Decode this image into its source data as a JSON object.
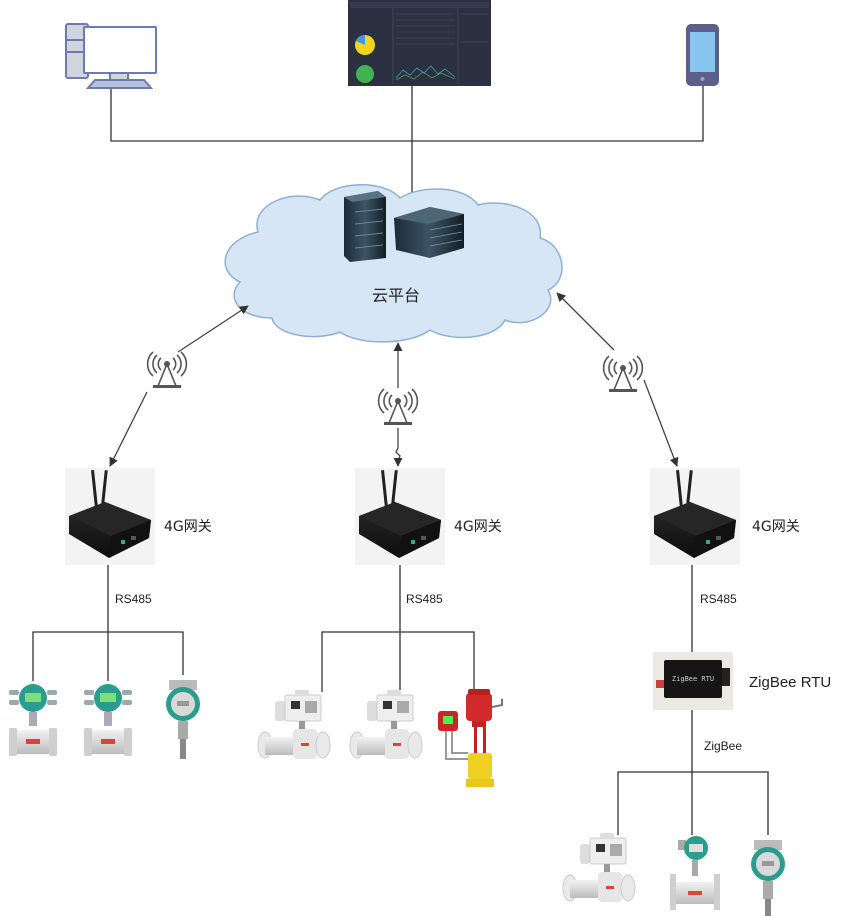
{
  "diagram": {
    "title": "IoT monitoring system topology",
    "clients": [
      {
        "id": "desktop",
        "icon": "desktop-computer-icon"
      },
      {
        "id": "dashboard",
        "icon": "dashboard-screen-icon"
      },
      {
        "id": "mobile",
        "icon": "smartphone-icon"
      }
    ],
    "cloud": {
      "label": "云平台",
      "icon": "server-icon"
    },
    "towers": {
      "icon": "cell-tower-icon"
    },
    "gateways": [
      {
        "label": "4G网关",
        "bus_label": "RS485"
      },
      {
        "label": "4G网关",
        "bus_label": "RS485"
      },
      {
        "label": "4G网关",
        "bus_label": "RS485"
      }
    ],
    "rtu": {
      "label": "ZigBee RTU",
      "device_text": "ZigBee RTU",
      "bus_label": "ZigBee"
    },
    "devices": {
      "group1": [
        "electromagnetic-flowmeter",
        "electromagnetic-flowmeter",
        "pressure-transmitter"
      ],
      "group2": [
        "electric-control-valve",
        "electric-control-valve",
        "explosion-proof-control-valve"
      ],
      "group3": [
        "electric-control-valve",
        "vortex-flowmeter",
        "pressure-transmitter"
      ]
    },
    "colors": {
      "line": "#333333",
      "cloud_fill": "#d6e6f5",
      "cloud_stroke": "#8fb0d3",
      "icon_stroke": "#6b7bb0",
      "icon_fill": "#d0d4dc",
      "phone_screen": "#88c6f0",
      "dashboard_bg": "#2b3140",
      "pie_yellow": "#f2d41a",
      "pie_blue": "#3a9be0",
      "donut_green": "#3fb34f",
      "device_teal": "#2a9d8f",
      "valve_red": "#d32a2a",
      "valve_yellow": "#f0d020"
    }
  }
}
